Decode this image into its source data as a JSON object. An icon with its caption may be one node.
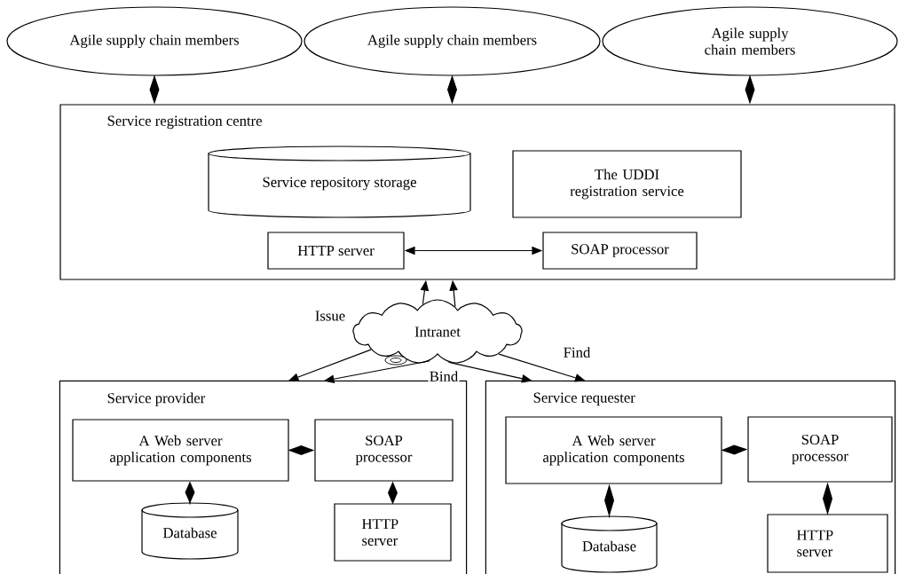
{
  "diagram": {
    "nodes": [
      {
        "text": [
          "Agile supply chain members"
        ]
      },
      {
        "text": [
          "Agile supply chain members"
        ]
      },
      {
        "text": [
          "Agile supply chain members"
        ]
      },
      {
        "text": [
          "Service registration centre"
        ]
      },
      {
        "text": [
          "Service repository storage"
        ],
        "in": 3
      },
      {
        "text": [
          "The UDDI registration service"
        ],
        "in": 3
      },
      {
        "text": [
          "HTTP server"
        ],
        "in": 3
      },
      {
        "text": [
          "SOAP processor"
        ],
        "in": 3
      },
      {
        "text": [
          "Intranet"
        ]
      },
      {
        "text": [
          "Service provider"
        ]
      },
      {
        "text": [
          "A Web server application components"
        ],
        "in": 9
      },
      {
        "text": [
          "SOAP processor"
        ],
        "in": 9
      },
      {
        "text": [
          "Database"
        ],
        "in": 9
      },
      {
        "text": [
          "HTTP server"
        ],
        "in": 9
      },
      {
        "text": [
          "Service requester"
        ]
      },
      {
        "text": [
          "A Web server application components"
        ],
        "in": 14
      },
      {
        "text": [
          "SOAP processor"
        ],
        "in": 14
      },
      {
        "text": [
          "Database"
        ],
        "in": 14
      },
      {
        "text": [
          "HTTP server"
        ],
        "in": 14
      }
    ],
    "edges": [
      {
        "from": 0,
        "to": 3,
        "arrow": "other"
      },
      {
        "from": 1,
        "to": 3,
        "arrow": "other"
      },
      {
        "from": 2,
        "to": 3,
        "arrow": "other"
      },
      {
        "from": 6,
        "to": 7,
        "arrow": "both"
      },
      {
        "from": 8,
        "to": 3,
        "arrow": "to"
      },
      {
        "from": 8,
        "to": 3,
        "arrow": "to"
      },
      {
        "from": 8,
        "to": 9,
        "arrow": "to",
        "label": "Issue"
      },
      {
        "from": 8,
        "to": 9,
        "arrow": "to",
        "label": "Bind"
      },
      {
        "from": 8,
        "to": 14,
        "arrow": "to"
      },
      {
        "from": 8,
        "to": 14,
        "arrow": "to",
        "label": "Find"
      },
      {
        "from": 10,
        "to": 11,
        "arrow": "other"
      },
      {
        "from": 12,
        "to": 10,
        "arrow": "other"
      },
      {
        "from": 13,
        "to": 11,
        "arrow": "other"
      },
      {
        "from": 15,
        "to": 16,
        "arrow": "other"
      },
      {
        "from": 17,
        "to": 15,
        "arrow": "other"
      },
      {
        "from": 18,
        "to": 16,
        "arrow": "other"
      }
    ]
  }
}
